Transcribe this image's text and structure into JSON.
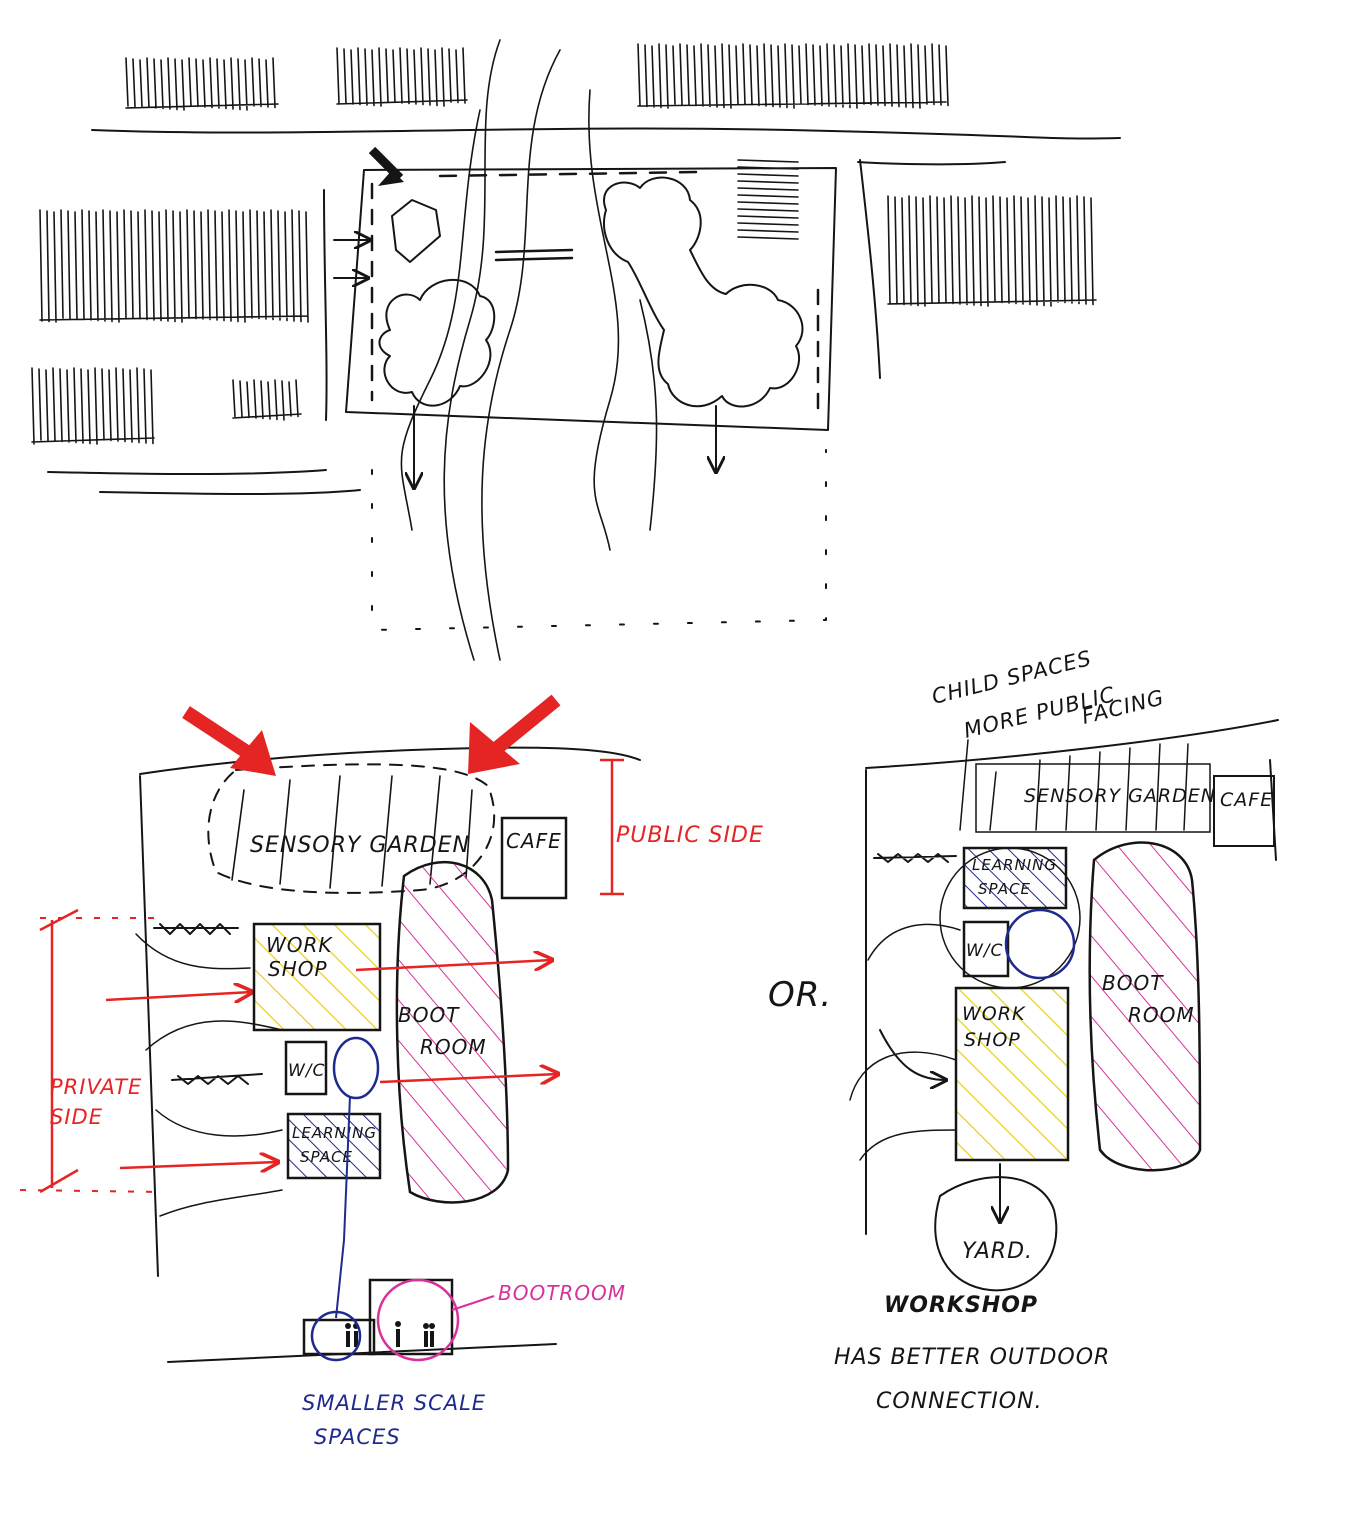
{
  "colors": {
    "ink": "#151515",
    "public_red": "#e52424",
    "workshop_yellow": "#e9d21c",
    "bootroom_pink": "#d6329a",
    "learning_blue": "#1f2a8f"
  },
  "icons": [
    "tree-canopy-icon",
    "entrance-arrow-icon",
    "person-figure-icon",
    "bench-icon"
  ],
  "site_plan": {
    "label": ""
  },
  "option_a": {
    "sensory_garden": "SENSORY GARDEN",
    "cafe": "CAFE",
    "public_side": "PUBLIC SIDE",
    "private_side_line1": "PRIVATE",
    "private_side_line2": "SIDE",
    "workshop_line1": "WORK",
    "workshop_line2": "SHOP",
    "wc": "W/C",
    "boot_room_line1": "BOOT",
    "boot_room_line2": "ROOM",
    "learning_line1": "LEARNING",
    "learning_line2": "SPACE",
    "bootroom_note": "BOOTROOM",
    "smaller_scale_line1": "SMALLER SCALE",
    "smaller_scale_line2": "SPACES"
  },
  "or_label": "OR.",
  "option_b": {
    "child_note_line1": "CHILD SPACES",
    "child_note_line2": "MORE PUBLIC",
    "child_note_line3": "FACING",
    "sensory_garden": "SENSORY GARDEN",
    "cafe": "CAFE",
    "learning_line1": "LEARNING",
    "learning_line2": "SPACE",
    "wc": "W/C",
    "workshop_line1": "WORK",
    "workshop_line2": "SHOP",
    "boot_room_line1": "BOOT",
    "boot_room_line2": "ROOM",
    "yard": "YARD.",
    "note_line1": "WORKSHOP",
    "note_line2": "HAS BETTER OUTDOOR",
    "note_line3": "CONNECTION."
  }
}
